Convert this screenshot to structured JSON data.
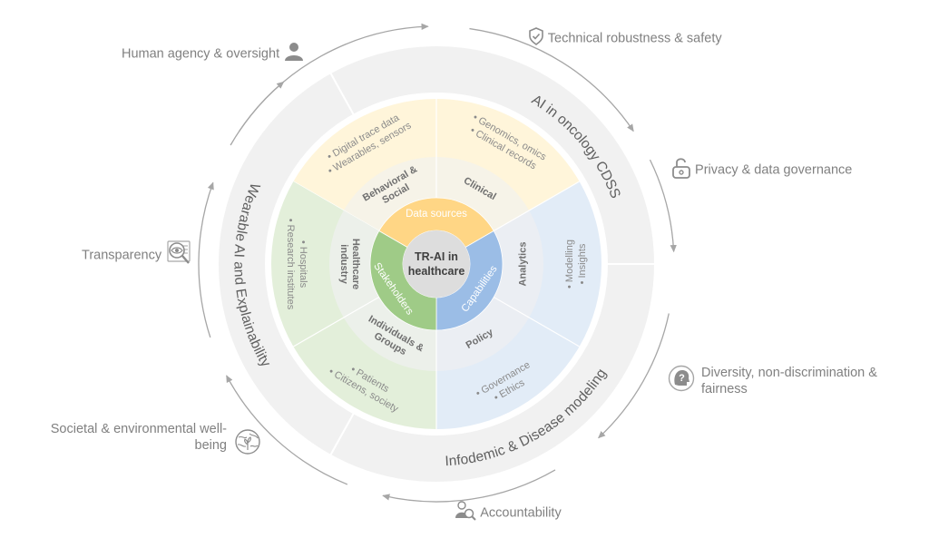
{
  "center": {
    "line1": "TR-AI in",
    "line2": "healthcare"
  },
  "core_categories": [
    {
      "label": "Data sources",
      "color": "#FFD685"
    },
    {
      "label": "Capabilities",
      "color": "#9BBDE6"
    },
    {
      "label": "Stakeholders",
      "color": "#9FCB87"
    }
  ],
  "subcategories": [
    {
      "parent": "Data sources",
      "label_lines": [
        "Behavioral &",
        "Social"
      ],
      "items": [
        "Digital trace data",
        "Wearables, sensors"
      ]
    },
    {
      "parent": "Data sources",
      "label_lines": [
        "Clinical"
      ],
      "items": [
        "Genomics, omics",
        "Clinical records"
      ]
    },
    {
      "parent": "Capabilities",
      "label_lines": [
        "Analytics"
      ],
      "items": [
        "Modelling",
        "Insights"
      ]
    },
    {
      "parent": "Capabilities",
      "label_lines": [
        "Policy"
      ],
      "items": [
        "Governance",
        "Ethics"
      ]
    },
    {
      "parent": "Stakeholders",
      "label_lines": [
        "Individuals &",
        "Groups"
      ],
      "items": [
        "Patients",
        "Citizens, society"
      ]
    },
    {
      "parent": "Stakeholders",
      "label_lines": [
        "Healthcare",
        "industry"
      ],
      "items": [
        "Hospitals",
        "Research institutes"
      ]
    }
  ],
  "colors": {
    "data_sources_outer": "#FFF5DA",
    "data_sources_inner": "#F6F3E8",
    "capabilities_outer": "#E2ECF7",
    "capabilities_inner": "#EBEEF3",
    "stakeholders_outer": "#E3EFDA",
    "stakeholders_inner": "#ECF0EA",
    "outer_ring": "#F1F1F1",
    "text_gray": "#7F7F7F",
    "arrow_gray": "#A6A6A6"
  },
  "use_cases": [
    {
      "label": "AI in oncology CDSS"
    },
    {
      "label": "Infodemic & Disease modeling"
    },
    {
      "label": "Wearable AI and Explainability"
    }
  ],
  "principles": [
    {
      "label": "Human agency & oversight",
      "icon": "person-icon"
    },
    {
      "label": "Technical robustness & safety",
      "icon": "shield-check-icon"
    },
    {
      "label": "Privacy & data governance",
      "icon": "unlocked-padlock-icon"
    },
    {
      "label": "Diversity, non-discrimination &",
      "label2": "fairness",
      "icon": "head-question-icon"
    },
    {
      "label": "Accountability",
      "icon": "person-magnifier-icon"
    },
    {
      "label": "Societal & environmental well-",
      "label2": "being",
      "icon": "globe-plant-icon"
    },
    {
      "label": "Transparency",
      "icon": "eye-magnifier-icon"
    }
  ]
}
